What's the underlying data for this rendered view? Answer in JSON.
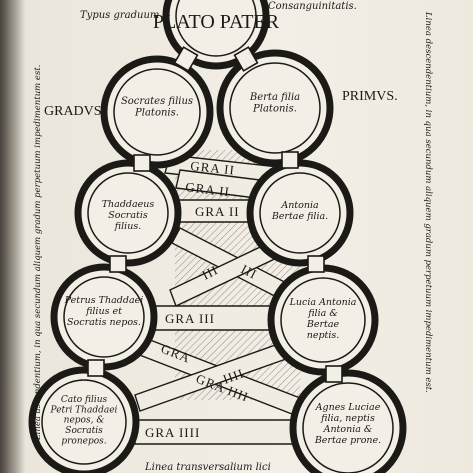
{
  "header": {
    "left_caption": "Typus graduum",
    "right_caption": "Consanguinitatis.",
    "apex": "PLATO PATER"
  },
  "side_labels": {
    "gradus": "GRADVS",
    "primus": "PRIMVS."
  },
  "nodes": {
    "l1": "Socrates filius Platonis.",
    "r1": "Berta filia Platonis.",
    "l2": "Thaddaeus Socratis filius.",
    "r2": "Antonia Bertae filia.",
    "l3": "Petrus Thaddaei filius et Socratis nepos.",
    "r3": "Lucia Antonia filia & Bertae neptis.",
    "l4": "Cato filius Petri Thaddaei nepos, & Socratis pronepos.",
    "r4": "Agnes Luciae filia, neptis Antonia & Bertae prone."
  },
  "bands": {
    "g2a": "GRA II",
    "g2b": "GRA II",
    "g2c": "GRA II",
    "g3a": "III",
    "g3b": "GRA III",
    "g3c": "III",
    "g4a": "GRA",
    "g4b": "GRA IIII",
    "g4c": "IIII",
    "g4d": "GRA IIII"
  },
  "margins": {
    "left": "Linea ascendentium, in qua secundum aliquem gradum perpetuum impedimentum est.",
    "right": "Linea descendentium, in qua secundum aliquem gradum perpetuum impedimentum est."
  },
  "footer": "Linea transversalium lici"
}
